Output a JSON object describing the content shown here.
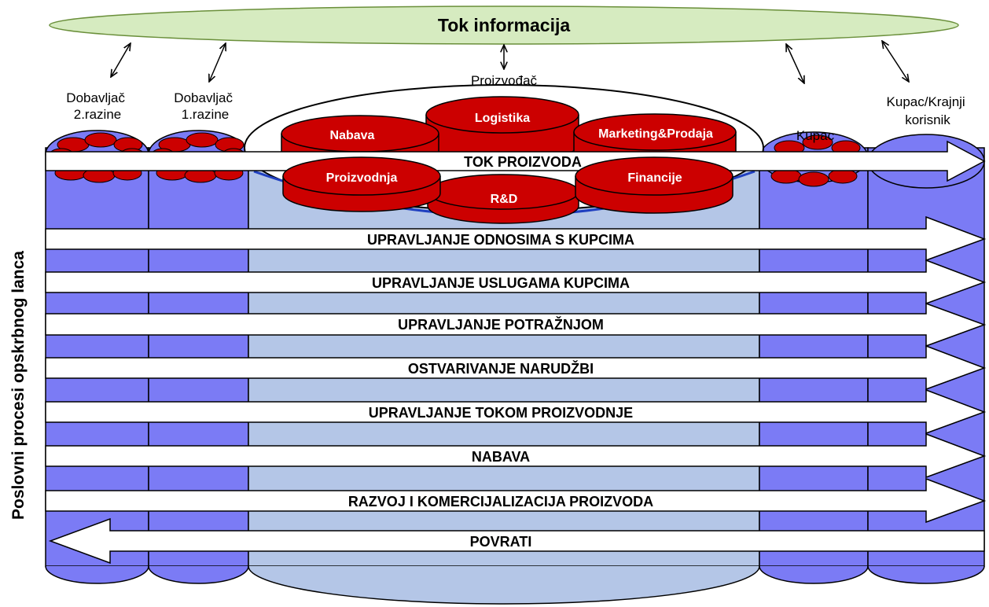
{
  "info_flow": {
    "label": "Tok informacija"
  },
  "side_label": "Poslovni procesi opskrbnog lanca",
  "entities": {
    "supplier2": "Dobavljač 2.razine",
    "supplier2_lines": [
      "Dobavljač",
      "2.razine"
    ],
    "supplier1_lines": [
      "Dobavljač",
      "1.razine"
    ],
    "manufacturer": "Proizvođač",
    "customer": "Kupac",
    "end_customer_lines": [
      "Kupac/Krajnji",
      "korisnik"
    ]
  },
  "departments": {
    "nabava": "Nabava",
    "logistika": "Logistika",
    "marketing": "Marketing&Prodaja",
    "proizvodnja": "Proizvodnja",
    "rd": "R&D",
    "financije": "Financije"
  },
  "product_flow": "TOK PROIZVODA",
  "processes": [
    "UPRAVLJANJE ODNOSIMA S KUPCIMA",
    "UPRAVLJANJE USLUGAMA KUPCIMA",
    "UPRAVLJANJE POTRAŽNJOM",
    "OSTVARIVANJE NARUDŽBI",
    "UPRAVLJANJE TOKOM PROIZVODNJE",
    "NABAVA",
    "RAZVOJ I KOMERCIJALIZACIJA PROIZVODA"
  ],
  "returns": "POVRATI",
  "colors": {
    "info_ellipse": "#d6ebc0",
    "column_blue": "#7b7bf5",
    "manufacturer_body": "#b4c6e7",
    "department_red": "#cc0000",
    "arrow_fill": "#ffffff"
  }
}
